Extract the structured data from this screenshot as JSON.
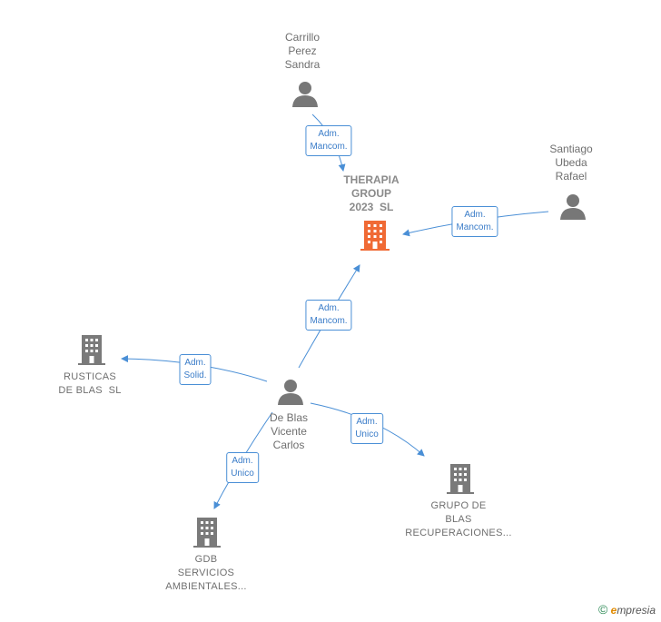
{
  "nodes": {
    "carrillo": {
      "label": "Carrillo\nPerez\nSandra",
      "type": "person"
    },
    "santiago": {
      "label": "Santiago\nUbeda\nRafael",
      "type": "person"
    },
    "therapia": {
      "label": "THERAPIA\nGROUP\n2023  SL",
      "type": "company-main"
    },
    "rusticas": {
      "label": "RUSTICAS\nDE BLAS  SL",
      "type": "company"
    },
    "deblas": {
      "label": "De Blas\nVicente\nCarlos",
      "type": "person"
    },
    "grupo": {
      "label": "GRUPO DE\nBLAS\nRECUPERACIONES...",
      "type": "company"
    },
    "gdb": {
      "label": "GDB\nSERVICIOS\nAMBIENTALES...",
      "type": "company"
    }
  },
  "edges": {
    "carrillo_therapia": "Adm.\nMancom.",
    "santiago_therapia": "Adm.\nMancom.",
    "deblas_therapia": "Adm.\nMancom.",
    "deblas_rusticas": "Adm.\nSolid.",
    "deblas_grupo": "Adm.\nUnico",
    "deblas_gdb": "Adm.\nUnico"
  },
  "footer": {
    "copyright": "©",
    "brand_first": "e",
    "brand_rest": "mpresia"
  },
  "colors": {
    "edge": "#4a8fd6",
    "person": "#777777",
    "company": "#7a7a7a",
    "main_company": "#f06a35"
  }
}
